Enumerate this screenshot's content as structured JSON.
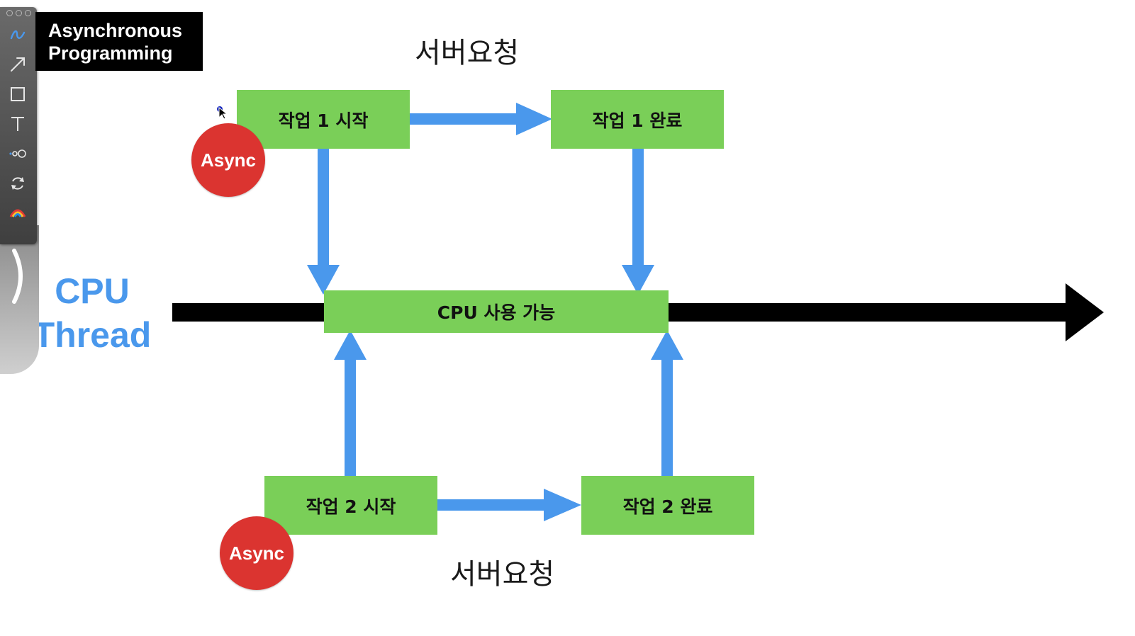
{
  "title": {
    "line1": "Asynchronous",
    "line2": "Programming"
  },
  "cpu_label": {
    "line1": "CPU",
    "line2": "Thread"
  },
  "server_request_top": "서버요청",
  "server_request_bottom": "서버요청",
  "boxes": {
    "task1_start": "작업 1 시작",
    "task1_done": "작업 1 완료",
    "cpu_available": "CPU 사용 가능",
    "task2_start": "작업 2 시작",
    "task2_done": "작업 2 완료"
  },
  "async_badges": [
    "Async",
    "Async"
  ],
  "toolbar": {
    "tools": [
      "pen-icon",
      "arrow-icon",
      "rectangle-icon",
      "text-icon",
      "line-width-icon",
      "undo-redo-icon",
      "color-icon"
    ]
  },
  "colors": {
    "box_green": "#7acf58",
    "arrow_blue": "#4a98ec",
    "async_red": "#db3430",
    "timeline_black": "#000000",
    "label_blue": "#4a98ec"
  }
}
